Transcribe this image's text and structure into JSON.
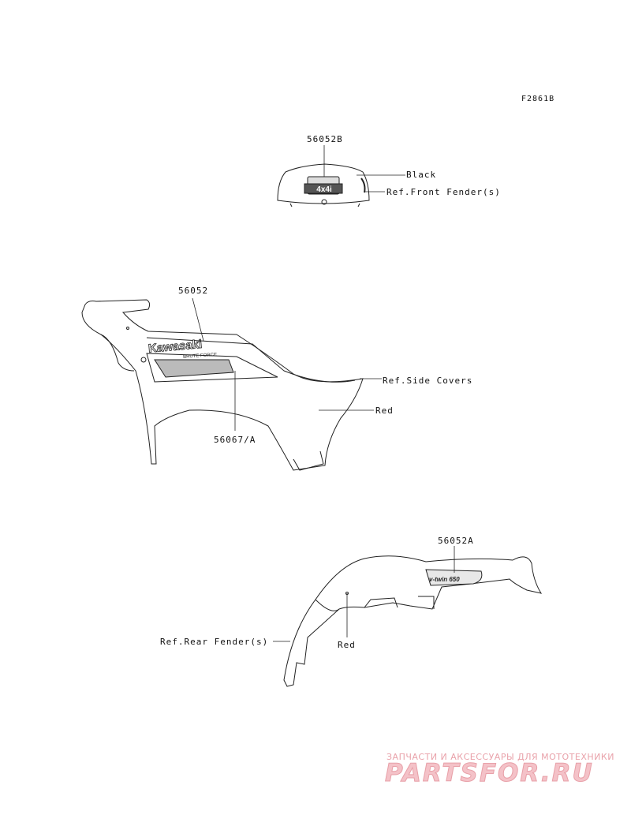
{
  "figure_code": "F2861B",
  "parts": {
    "front_decal": "56052B",
    "side_decal": "56052",
    "side_emblem": "56067/A",
    "rear_decal": "56052A"
  },
  "references": {
    "black": "Black",
    "front_fender": "Ref.Front Fender(s)",
    "side_covers": "Ref.Side Covers",
    "red_side": "Red",
    "rear_fender": "Ref.Rear Fender(s)",
    "red_rear": "Red"
  },
  "decal_text": {
    "front": "4x4i",
    "side_brand": "Kawasaki",
    "side_model": "BRUTE FORCE",
    "rear": "v-twin 650"
  },
  "watermark": {
    "tagline": "ЗАПЧАСТИ И АКСЕССУАРЫ ДЛЯ МОТОТЕХНИКИ",
    "brand": "PARTSFOR.RU"
  },
  "colors": {
    "line": "#222222",
    "watermark": "#f4c2c8"
  }
}
